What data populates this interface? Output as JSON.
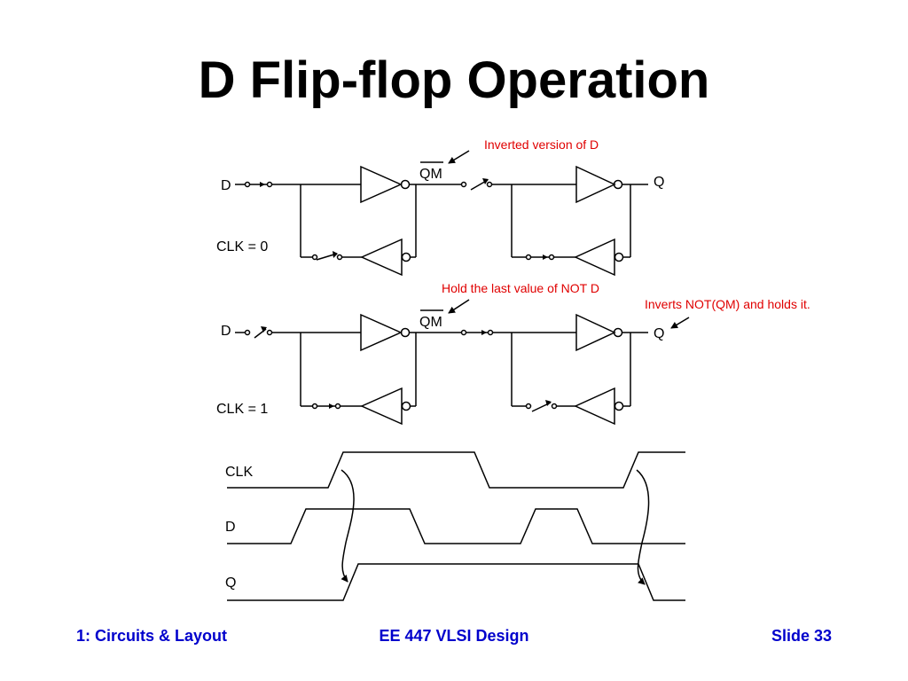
{
  "slide": {
    "title": "D Flip-flop Operation"
  },
  "circuit_clk0": {
    "d_label": "D",
    "qm_label": "QM",
    "q_label": "Q",
    "clk_label": "CLK = 0",
    "annotation": "Inverted version of D"
  },
  "circuit_clk1": {
    "d_label": "D",
    "qm_label": "QM",
    "q_label": "Q",
    "clk_label": "CLK = 1",
    "annotation_left": "Hold the last value of NOT D",
    "annotation_right": "Inverts NOT(QM) and holds it."
  },
  "timing": {
    "clk_label": "CLK",
    "d_label": "D",
    "q_label": "Q"
  },
  "footer": {
    "left": "1: Circuits & Layout",
    "center": "EE 447 VLSI Design",
    "right": "Slide 33"
  },
  "colors": {
    "annotation": "#e00000",
    "footer": "#0000cc",
    "line": "#000000"
  }
}
